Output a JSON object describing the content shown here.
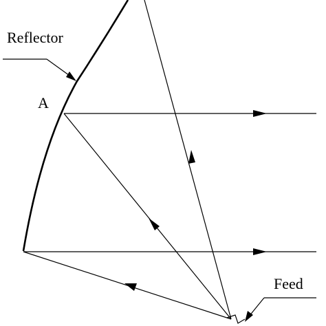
{
  "labels": {
    "reflector": "Reflector",
    "point_a": "A",
    "feed": "Feed"
  },
  "colors": {
    "ink": "#000000",
    "background": "#ffffff"
  }
}
